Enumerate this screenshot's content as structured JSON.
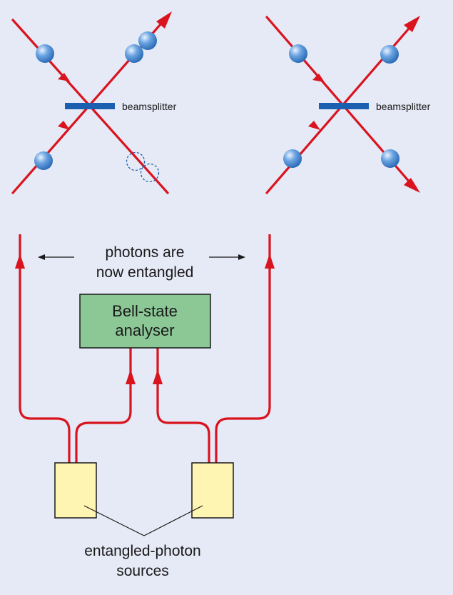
{
  "colors": {
    "background": "#e6e9f6",
    "beam": "#d9141e",
    "beamsplitter": "#1b60b0",
    "photon": "#4f8fd4",
    "analyser_box": "#8cc796",
    "source_box": "#fff5b3"
  },
  "left_panel": {
    "beamsplitter_label": "beamsplitter"
  },
  "right_panel": {
    "beamsplitter_label": "beamsplitter"
  },
  "entangled_note": {
    "line1": "photons are",
    "line2": "now entangled"
  },
  "analyser": {
    "line1": "Bell-state",
    "line2": "analyser"
  },
  "sources": {
    "line1": "entangled-photon",
    "line2": "sources"
  }
}
